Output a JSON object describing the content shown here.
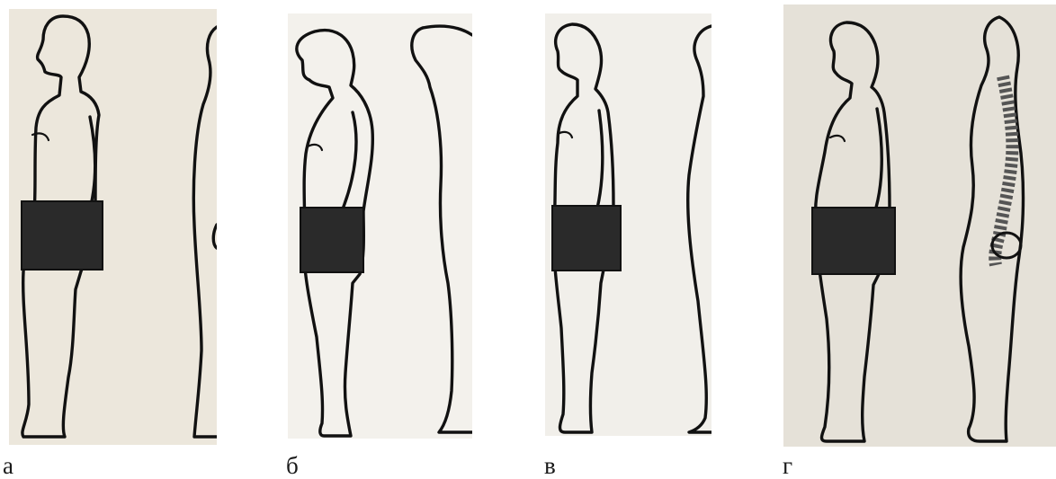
{
  "figures": [
    {
      "label": "а"
    },
    {
      "label": "б"
    },
    {
      "label": "в"
    },
    {
      "label": "г"
    }
  ]
}
